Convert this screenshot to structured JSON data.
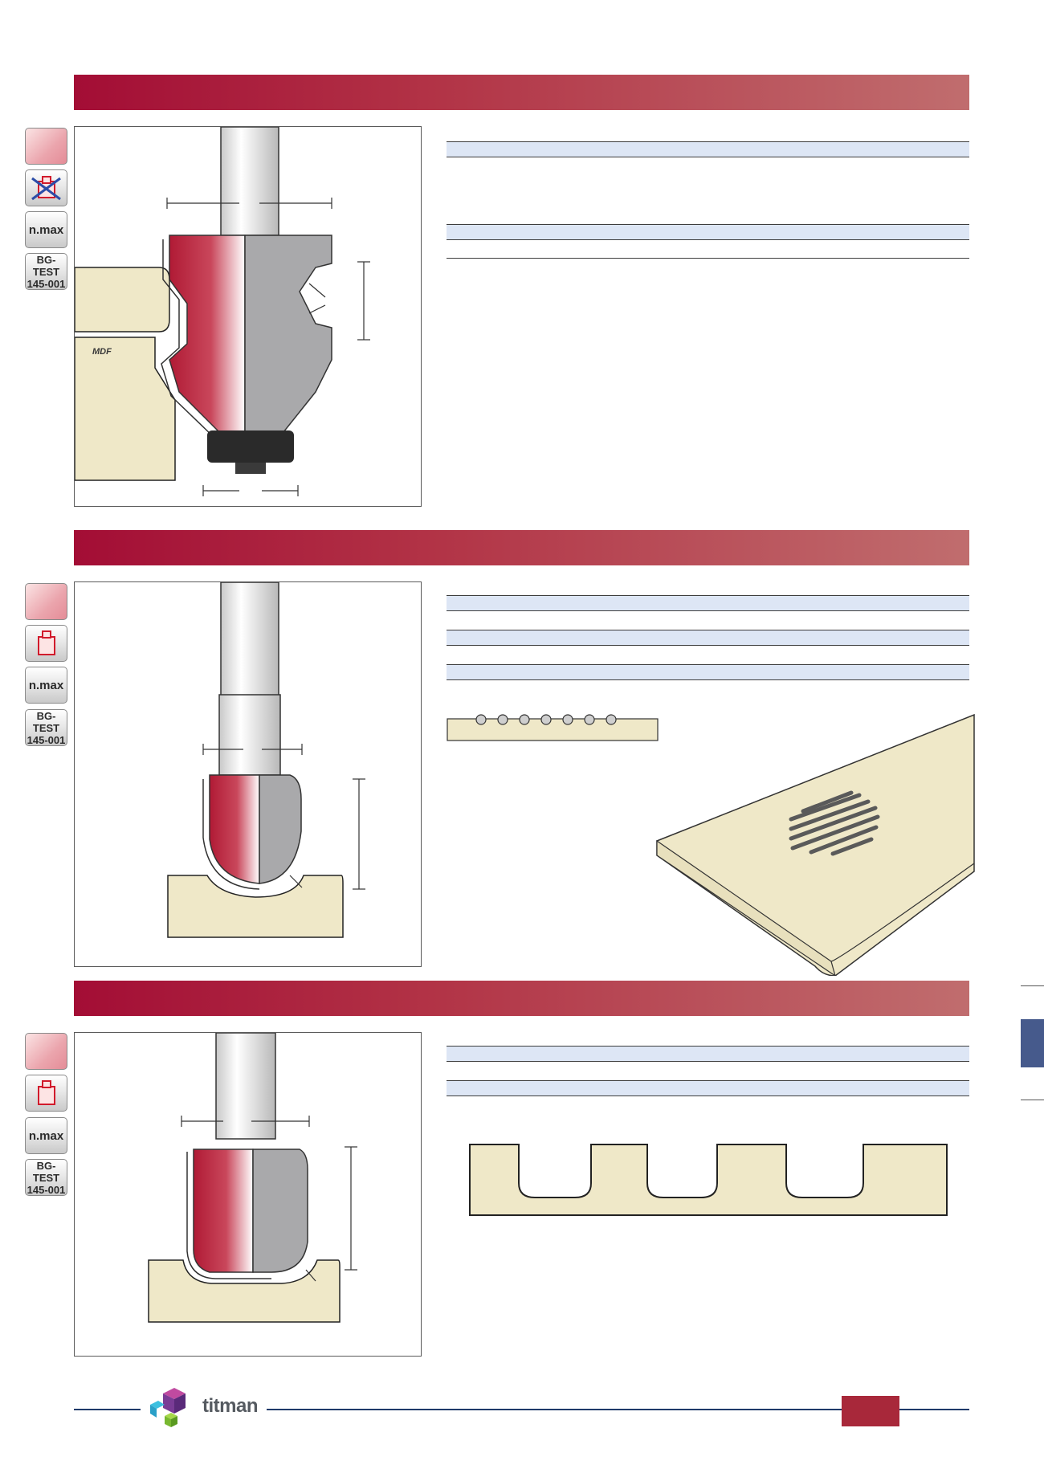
{
  "sections": [
    {
      "icons": {
        "speed_label": "n.max",
        "test_label_line1": "BG-TEST",
        "test_label_line2": "145-001"
      },
      "material_label": "MDF"
    },
    {
      "icons": {
        "speed_label": "n.max",
        "test_label_line1": "BG-TEST",
        "test_label_line2": "145-001"
      }
    },
    {
      "icons": {
        "speed_label": "n.max",
        "test_label_line1": "BG-TEST",
        "test_label_line2": "145-001"
      }
    }
  ],
  "footer": {
    "brand": "titman"
  },
  "colors": {
    "band_start": "#a30d35",
    "band_end": "#c06d6e",
    "table_fill": "#dde6f5",
    "cutter_red": "#b01a35",
    "wood": "#efe8c8",
    "footer_accent": "#a8283a",
    "side_tab": "#465a8c"
  },
  "icon_names": [
    "material-gradient-icon",
    "no-bearing-icon",
    "bearing-icon",
    "speed-icon",
    "test-certificate-icon"
  ]
}
